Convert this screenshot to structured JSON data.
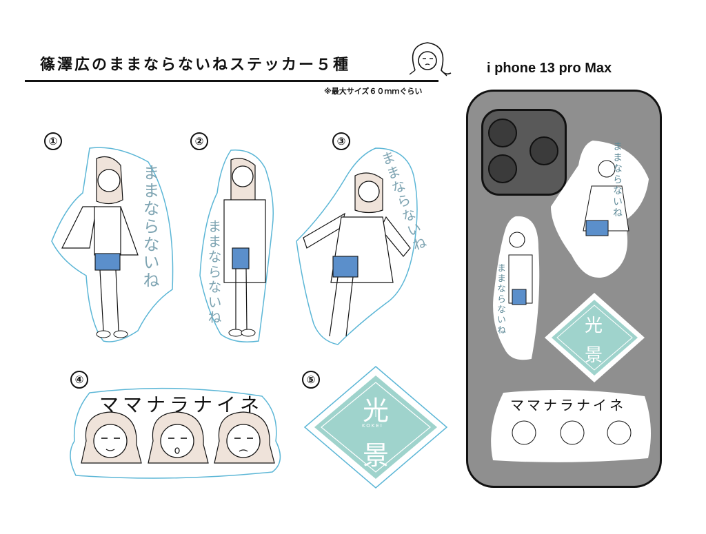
{
  "header": {
    "title": "篠澤広のままならないねステッカー５種",
    "note": "※最大サイズ６０ｍｍぐらい"
  },
  "phone": {
    "title": "i phone 13 pro Max"
  },
  "stickers": [
    {
      "number": "①",
      "text": "ままならないね"
    },
    {
      "number": "②",
      "text": "ままならないね"
    },
    {
      "number": "③",
      "text": "ままならないね"
    },
    {
      "number": "④",
      "text": "ママナラナイネ"
    },
    {
      "number": "⑤",
      "logo_char_top": "光",
      "logo_char_bottom": "景",
      "logo_roman": "KOKEI"
    }
  ],
  "colors": {
    "sticker_outline": "#5bb6d6",
    "logo_fill": "#9fd3cc",
    "shorts": "#5b8fcb",
    "text_blue": "#7ea4b2",
    "phone_body": "#8f8f8f"
  }
}
